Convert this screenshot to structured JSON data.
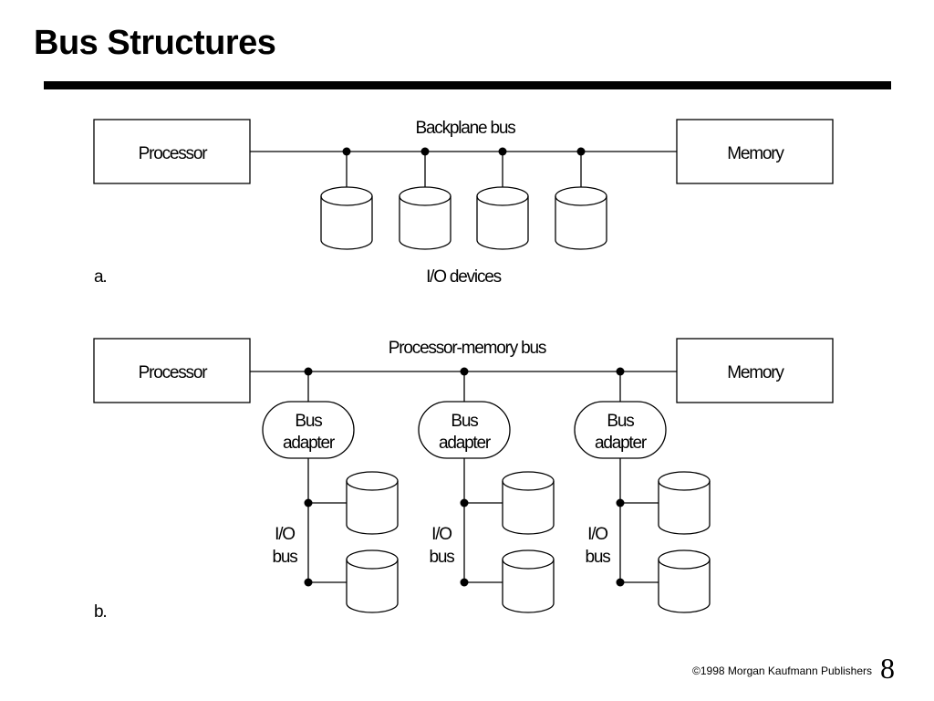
{
  "slide": {
    "title": "Bus Structures",
    "footer": "©1998 Morgan Kaufmann Publishers",
    "page_number": "8"
  },
  "diagram_a": {
    "label": "a.",
    "bus_label": "Backplane bus",
    "left_box": "Processor",
    "right_box": "Memory",
    "devices_label": "I/O devices"
  },
  "diagram_b": {
    "label": "b.",
    "bus_label": "Processor-memory bus",
    "left_box": "Processor",
    "right_box": "Memory",
    "adapters": [
      {
        "line1": "Bus",
        "line2": "adapter",
        "io_line1": "I/O",
        "io_line2": "bus"
      },
      {
        "line1": "Bus",
        "line2": "adapter",
        "io_line1": "I/O",
        "io_line2": "bus"
      },
      {
        "line1": "Bus",
        "line2": "adapter",
        "io_line1": "I/O",
        "io_line2": "bus"
      }
    ]
  }
}
